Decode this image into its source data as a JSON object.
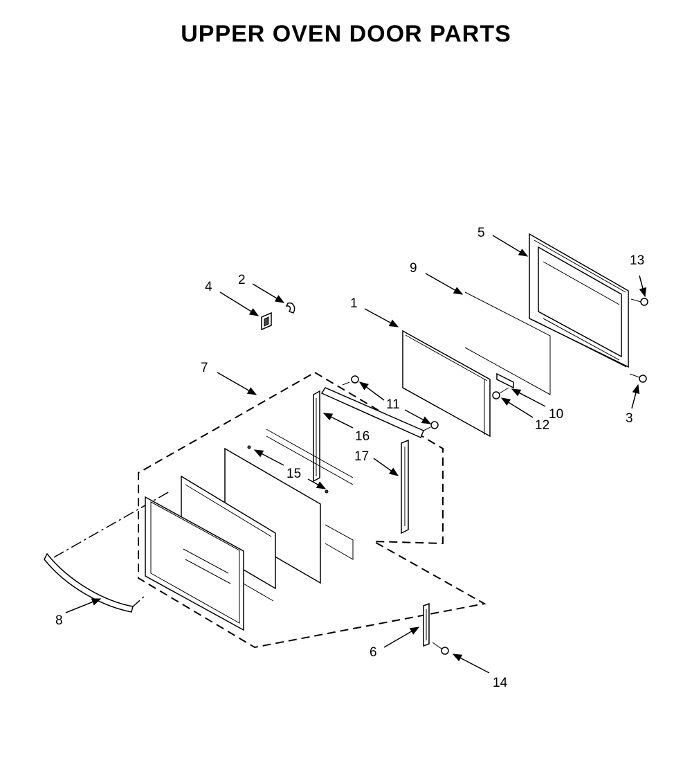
{
  "title": "UPPER OVEN DOOR PARTS",
  "callouts": {
    "p1": "1",
    "p2": "2",
    "p3": "3",
    "p4": "4",
    "p5": "5",
    "p6": "6",
    "p7": "7",
    "p8": "8",
    "p9": "9",
    "p10": "10",
    "p11": "11",
    "p12": "12",
    "p13": "13",
    "p14": "14",
    "p15": "15",
    "p16": "16",
    "p17": "17"
  }
}
